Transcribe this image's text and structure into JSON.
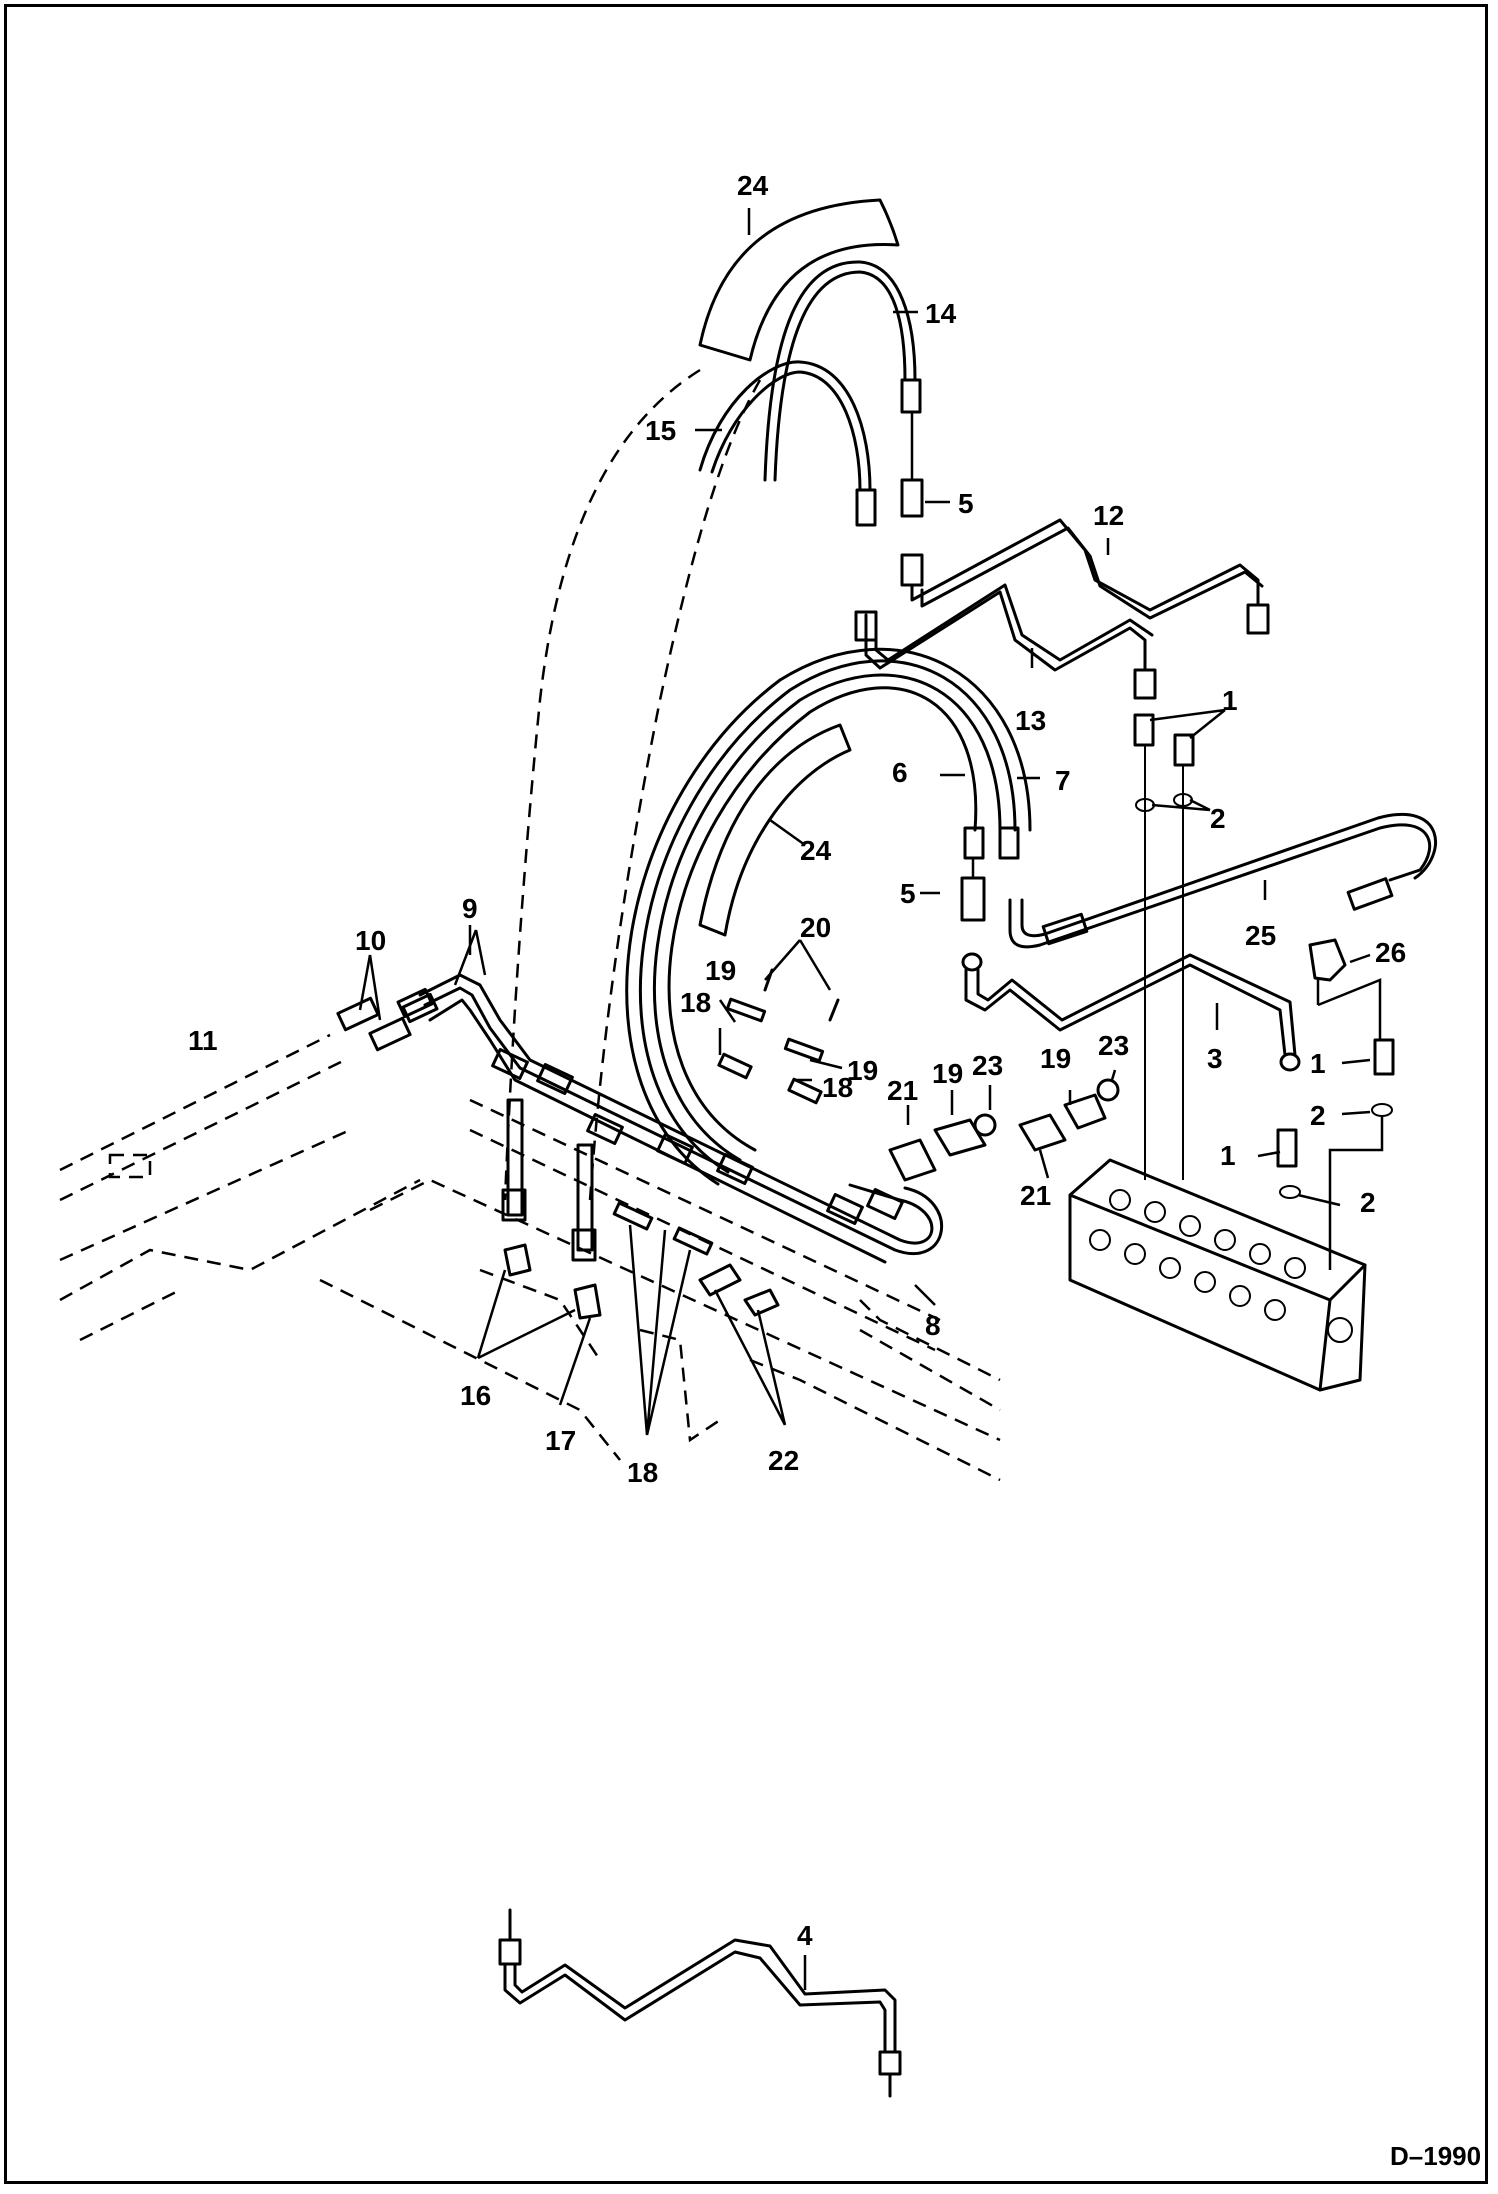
{
  "drawing_code": "D–1990",
  "callouts": [
    {
      "id": "c1a",
      "text": "1"
    },
    {
      "id": "c1b",
      "text": "1"
    },
    {
      "id": "c1c",
      "text": "1"
    },
    {
      "id": "c2a",
      "text": "2"
    },
    {
      "id": "c2b",
      "text": "2"
    },
    {
      "id": "c2c",
      "text": "2"
    },
    {
      "id": "c3",
      "text": "3"
    },
    {
      "id": "c4",
      "text": "4"
    },
    {
      "id": "c5a",
      "text": "5"
    },
    {
      "id": "c5b",
      "text": "5"
    },
    {
      "id": "c6",
      "text": "6"
    },
    {
      "id": "c7",
      "text": "7"
    },
    {
      "id": "c8",
      "text": "8"
    },
    {
      "id": "c9",
      "text": "9"
    },
    {
      "id": "c10",
      "text": "10"
    },
    {
      "id": "c11",
      "text": "11"
    },
    {
      "id": "c12",
      "text": "12"
    },
    {
      "id": "c13",
      "text": "13"
    },
    {
      "id": "c14",
      "text": "14"
    },
    {
      "id": "c15",
      "text": "15"
    },
    {
      "id": "c16",
      "text": "16"
    },
    {
      "id": "c17",
      "text": "17"
    },
    {
      "id": "c18a",
      "text": "18"
    },
    {
      "id": "c18b",
      "text": "18"
    },
    {
      "id": "c18c",
      "text": "18"
    },
    {
      "id": "c19a",
      "text": "19"
    },
    {
      "id": "c19b",
      "text": "19"
    },
    {
      "id": "c19c",
      "text": "19"
    },
    {
      "id": "c19d",
      "text": "19"
    },
    {
      "id": "c20",
      "text": "20"
    },
    {
      "id": "c21a",
      "text": "21"
    },
    {
      "id": "c21b",
      "text": "21"
    },
    {
      "id": "c22",
      "text": "22"
    },
    {
      "id": "c23a",
      "text": "23"
    },
    {
      "id": "c23b",
      "text": "23"
    },
    {
      "id": "c24a",
      "text": "24"
    },
    {
      "id": "c24b",
      "text": "24"
    },
    {
      "id": "c25",
      "text": "25"
    },
    {
      "id": "c26",
      "text": "26"
    }
  ]
}
